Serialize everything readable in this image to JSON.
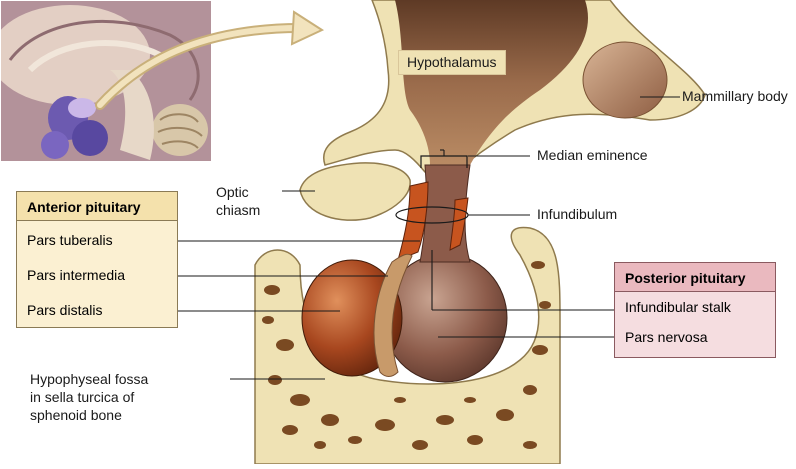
{
  "labels": {
    "hypothalamus": "Hypothalamus",
    "mammillary_body": "Mammillary body",
    "median_eminence": "Median eminence",
    "optic_chiasm_line1": "Optic",
    "optic_chiasm_line2": "chiasm",
    "infundibulum": "Infundibulum",
    "fossa_line1": "Hypophyseal fossa",
    "fossa_line2": "in sella turcica of",
    "fossa_line3": "sphenoid bone"
  },
  "anterior": {
    "title": "Anterior pituitary",
    "items": [
      "Pars tuberalis",
      "Pars intermedia",
      "Pars distalis"
    ]
  },
  "posterior": {
    "title": "Posterior pituitary",
    "items": [
      "Infundibular stalk",
      "Pars nervosa"
    ]
  },
  "colors": {
    "bone": "#efe2b4",
    "bone_pore": "#7a4a22",
    "hypothalamus": "#9a6b4b",
    "anterior_lobe": "#a8471f",
    "posterior_lobe": "#8c5b4a",
    "anterior_box": "#fbf0d2",
    "posterior_box": "#f5dde0"
  }
}
